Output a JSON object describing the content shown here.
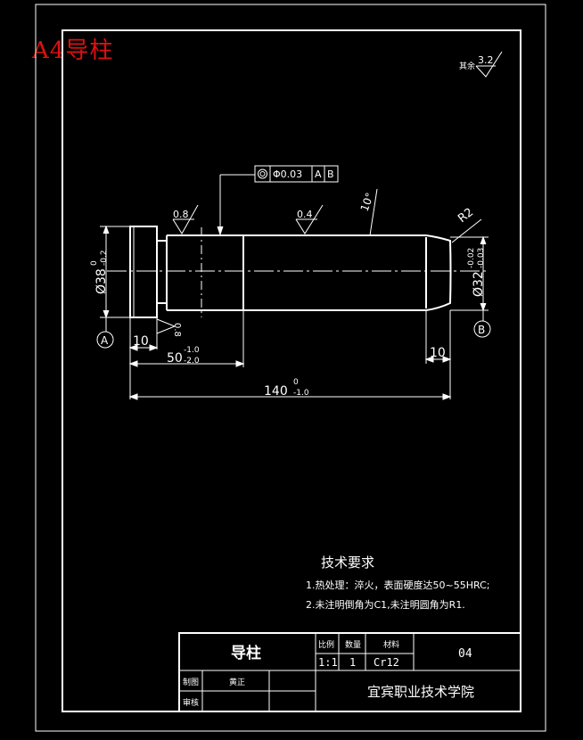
{
  "sheet_label": "A4导柱",
  "roughness_general": {
    "note": "其余",
    "value": "3.2"
  },
  "roughness_marks": [
    "0.8",
    "0.4",
    "0.8"
  ],
  "tolerance_frame": {
    "symbol": "Φ0.03",
    "datum_a": "A",
    "datum_b": "B"
  },
  "chamfer_angle": "10°",
  "corner_radius": "R2",
  "dimensions": {
    "dia_left": "Ø38",
    "dia_left_upper": "0",
    "dia_left_lower": "-0.2",
    "dia_right": "Ø32",
    "dia_right_upper": "-0.02",
    "dia_right_lower": "-0.03",
    "collar_len": "10",
    "step_len": "50",
    "step_upper": "-1.0",
    "step_lower": "-2.0",
    "total_len": "140",
    "total_upper": "0",
    "total_lower": "-1.0",
    "chamfer_len": "10"
  },
  "datums": {
    "a": "A",
    "b": "B"
  },
  "tech_requirements": {
    "title": "技术要求",
    "line1": "1.热处理：淬火，表面硬度达50~55HRC;",
    "line2": "2.未注明倒角为C1,未注明圆角为R1."
  },
  "title_block": {
    "part_name": "导柱",
    "scale_header": "比例",
    "qty_header": "数量",
    "material_header": "材料",
    "scale": "1:1",
    "qty": "1",
    "material": "Cr12",
    "drawing_no": "04",
    "drawn_by_label": "制图",
    "drawn_by": "黄正",
    "checked_by_label": "审核",
    "school": "宜宾职业技术学院"
  }
}
